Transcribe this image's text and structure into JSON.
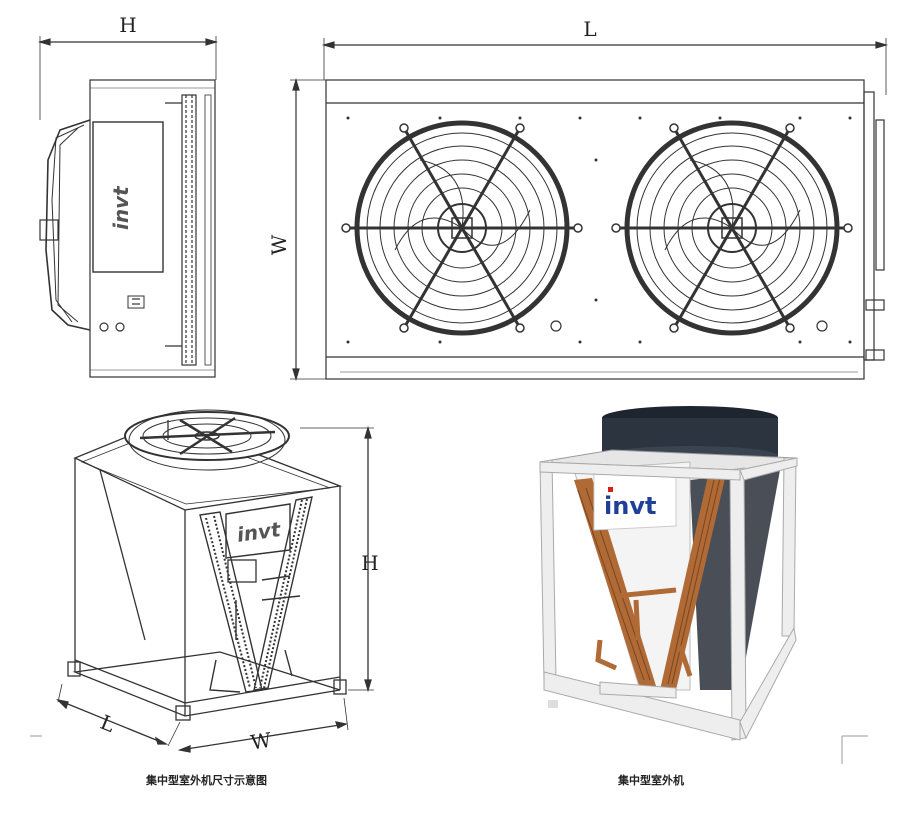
{
  "dimension_labels": {
    "side_width": "H",
    "front_length": "L",
    "front_height": "W",
    "iso_height": "H",
    "iso_length": "L",
    "iso_width": "W"
  },
  "brand": "invt",
  "captions": {
    "drawing": "集中型室外机尺寸示意图",
    "photo": "集中型室外机"
  },
  "colors": {
    "line": "#333333",
    "brand_red": "#d8201c",
    "brand_blue": "#1f3f9a",
    "copper": "#b06a35",
    "fan_hood": "#2c3440",
    "frame_white": "#eeeeee"
  }
}
